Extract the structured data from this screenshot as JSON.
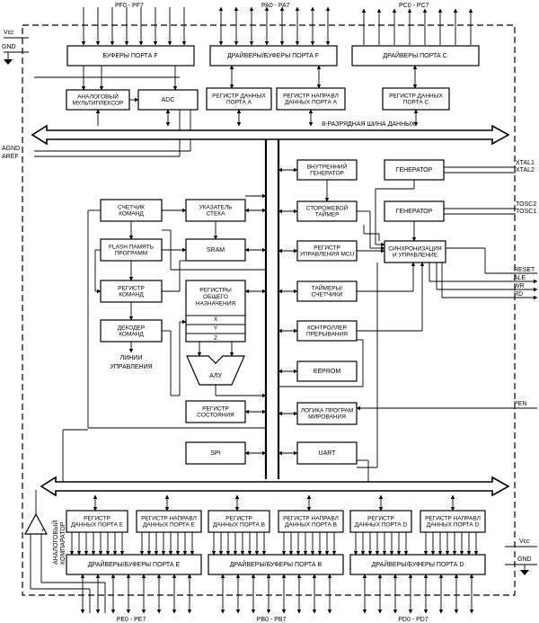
{
  "labels": {
    "vcc_top": "Vcc",
    "gnd_top": "GND",
    "pf_top": "PF0 - PF7",
    "pa_top": "PA0 - PA7",
    "pc_top": "PC0 - PC7",
    "agnd": "AGND",
    "aref": "AREF",
    "bus_label": "8-РАЗРЯДНАЯ ШИНА ДАННЫХ",
    "xtal1": "XTAL1",
    "xtal2": "XTAL2",
    "tosc2": "TOSC2",
    "tosc1": "TOSC1",
    "reset": "RESET",
    "ale": "ALE",
    "wr": "WR",
    "rd": "RD",
    "pen": "PEN",
    "control_lines_1": "ЛИНИИ",
    "control_lines_2": "УПРАВЛЕНИЯ",
    "analog_comp_1": "АНАЛОГОВЫЙ",
    "analog_comp_2": "КОМПАРАТОР",
    "vcc_bottom": "Vcc",
    "gnd_bottom": "GND",
    "pe_bottom": "PE0 - PE7",
    "pb_bottom": "PB0 - PB7",
    "pd_bottom": "PD0 - PD7",
    "reg_x": "X",
    "reg_y": "Y",
    "reg_z": "Z",
    "alu": "АЛУ"
  },
  "blocks": {
    "port_f_buffers": [
      "БУФЕРЫ ПОРТА F"
    ],
    "port_a_drivers": [
      "ДРАЙВЕРЫ/БУФЕРЫ ПОРТА F"
    ],
    "port_c_drivers": [
      "ДРАЙВЕРЫ ПОРТА C"
    ],
    "analog_mux": [
      "АНАЛОГОВЫЙ",
      "МУЛЬТИПЛЕКСОР"
    ],
    "adc": [
      "ADC"
    ],
    "port_a_data_reg": [
      "РЕГИСТР ДАННЫХ",
      "ПОРТА A"
    ],
    "port_a_dir_reg": [
      "РЕГИСТР НАПРАВЛ",
      "ДАННЫХ ПОРТА A"
    ],
    "port_c_data_reg": [
      "РЕГИСТР ДАННЫХ",
      "ПОРТА C"
    ],
    "internal_gen": [
      "ВНУТРЕННИЙ",
      "ГЕНЕРАТОР"
    ],
    "gen1": [
      "ГЕНЕРАТОР"
    ],
    "gen2": [
      "ГЕНЕРАТОР"
    ],
    "watchdog": [
      "СТОРОЖЕВОЙ",
      "ТАЙМЕР"
    ],
    "mcu_ctrl_reg": [
      "РЕГИСТР",
      "УПРАВЛЕНИЯ MCU"
    ],
    "sync_ctrl": [
      "СИНХРОНИЗАЦИЯ",
      "И УПРАВЛЕНИЕ"
    ],
    "timers": [
      "ТАЙМЕРЫ/",
      "СЧЕТЧИКИ"
    ],
    "interrupt_ctrl": [
      "КОНТРОЛЛЕР",
      "ПРЕРЫВАНИЯ"
    ],
    "eeprom": [
      "EEPROM"
    ],
    "prog_logic": [
      "ЛОГИКА ПРОГРАМ",
      "МИРОВАНИЯ"
    ],
    "uart": [
      "UART"
    ],
    "spi": [
      "SPI"
    ],
    "status_reg": [
      "РЕГИСТР",
      "СОСТОЯНИЯ"
    ],
    "program_counter": [
      "СЧЕТЧИК",
      "КОМАНД"
    ],
    "stack_pointer": [
      "УКАЗАТЕЛЬ",
      "СТЕКА"
    ],
    "flash": [
      "FLASH ПАМЯТЬ",
      "ПРОГРАММ"
    ],
    "sram": [
      "SRAM"
    ],
    "instr_reg": [
      "РЕГИСТР",
      "КОМАНД"
    ],
    "gp_regs": [
      "РЕГИСТРЫ",
      "ОБЩЕГО",
      "НАЗНАЧЕНИЯ"
    ],
    "instr_decoder": [
      "ДЕКОДЕР",
      "КОМАНД"
    ],
    "port_e_data_reg": [
      "РЕГИСТР",
      "ДАННЫХ ПОРТА E"
    ],
    "port_e_dir_reg": [
      "РЕГИСТР НАПРАВЛ",
      "ДАННЫХ ПОРТА E"
    ],
    "port_b_data_reg": [
      "РЕГИСТР",
      "ДАННЫХ ПОРТА B"
    ],
    "port_b_dir_reg": [
      "РЕГИСТР НАПРАВЛ",
      "ДАННЫХ ПОРТА B"
    ],
    "port_d_data_reg": [
      "РЕГИСТР",
      "ДАННЫХ ПОРТА D"
    ],
    "port_d_dir_reg": [
      "РЕГИСТР НАПРАВЛ",
      "ДАННЫХ ПОРТА D"
    ],
    "port_e_drivers": [
      "ДРАЙВЕРЫ/БУФЕРЫ  ПОРТА E"
    ],
    "port_b_drivers": [
      "ДРАЙВЕРЫ/БУФЕРЫ  ПОРТА B"
    ],
    "port_d_drivers": [
      "ДРАЙВЕРЫ/БУФЕРЫ  ПОРТА D"
    ]
  }
}
